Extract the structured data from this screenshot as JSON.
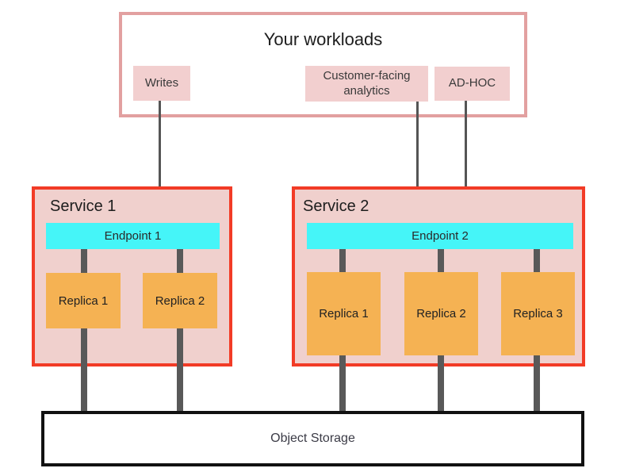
{
  "colors": {
    "workloads_border": "#e2a0a0",
    "workload_box_bg": "#f2cfcf",
    "service_border": "#f23b26",
    "service_bg": "#f0d0cd",
    "endpoint_bg": "#45f5f8",
    "replica_bg": "#f5b253",
    "connector": "#595959",
    "arrow": "#555555",
    "storage_border": "#111111"
  },
  "workloads": {
    "title": "Your workloads",
    "items": {
      "writes": "Writes",
      "analytics": "Customer-facing analytics",
      "adhoc": "AD-HOC"
    }
  },
  "services": [
    {
      "title": "Service 1",
      "endpoint": "Endpoint 1",
      "replicas": [
        "Replica 1",
        "Replica 2"
      ]
    },
    {
      "title": "Service 2",
      "endpoint": "Endpoint 2",
      "replicas": [
        "Replica 1",
        "Replica 2",
        "Replica 3"
      ]
    }
  ],
  "storage": {
    "label": "Object Storage"
  }
}
